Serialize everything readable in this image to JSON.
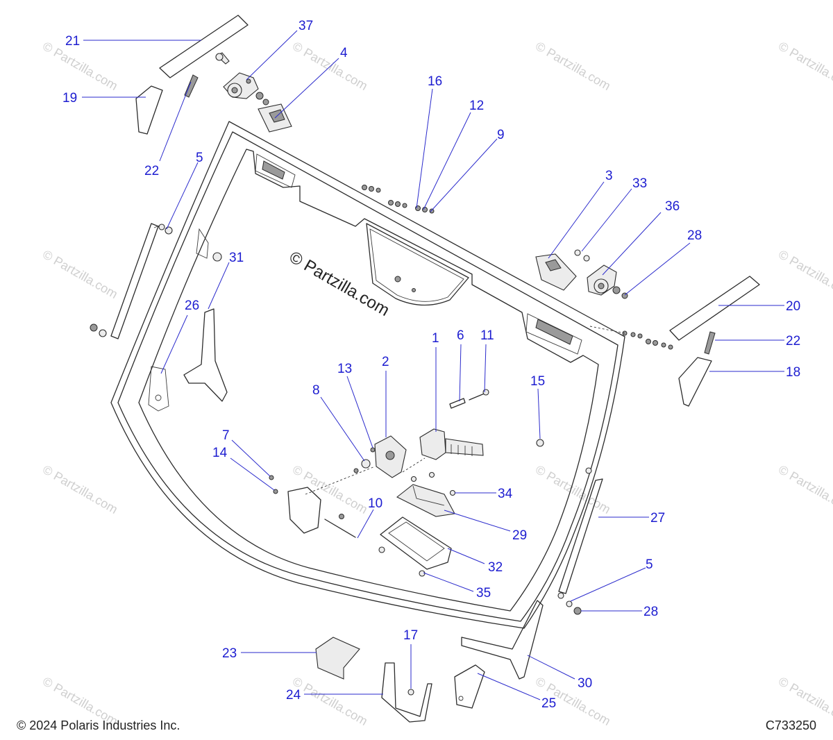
{
  "watermark": {
    "main": "© Partzilla.com",
    "repeat": "© Partzilla.com"
  },
  "callouts": [
    "21",
    "37",
    "4",
    "19",
    "22",
    "5",
    "16",
    "12",
    "9",
    "3",
    "33",
    "36",
    "28",
    "31",
    "26",
    "20",
    "22",
    "18",
    "1",
    "6",
    "11",
    "13",
    "2",
    "8",
    "15",
    "7",
    "14",
    "10",
    "34",
    "29",
    "27",
    "32",
    "5",
    "35",
    "28",
    "17",
    "23",
    "24",
    "30",
    "25"
  ],
  "footer": {
    "copyright": "© 2024 Polaris Industries Inc.",
    "code": "C733250"
  }
}
